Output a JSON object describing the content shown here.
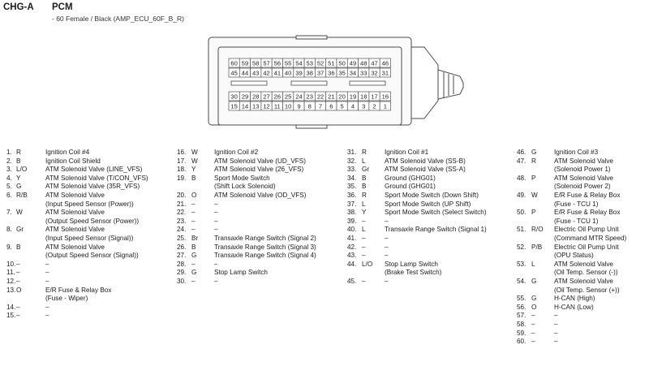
{
  "header": {
    "code": "CHG-A",
    "name": "PCM",
    "subtitle": "- 60 Female / Black (AMP_ECU_60F_B_R)"
  },
  "connector": {
    "top_row": [
      "60",
      "59",
      "58",
      "57",
      "56",
      "55",
      "54",
      "53",
      "52",
      "51",
      "50",
      "49",
      "48",
      "47",
      "46"
    ],
    "second_row": [
      "45",
      "44",
      "43",
      "42",
      "41",
      "40",
      "39",
      "38",
      "37",
      "36",
      "35",
      "34",
      "33",
      "32",
      "31"
    ],
    "third_row": [
      "30",
      "29",
      "28",
      "27",
      "26",
      "25",
      "24",
      "23",
      "22",
      "21",
      "20",
      "19",
      "18",
      "17",
      "16"
    ],
    "bottom_row": [
      "15",
      "14",
      "13",
      "12",
      "11",
      "10",
      "9",
      "8",
      "7",
      "6",
      "5",
      "4",
      "3",
      "2",
      "1"
    ]
  },
  "pins": [
    {
      "num": "1.",
      "color": "R",
      "desc": [
        "Ignition Coil #4"
      ]
    },
    {
      "num": "2.",
      "color": "B",
      "desc": [
        "Ignition Coil Shield"
      ]
    },
    {
      "num": "3.",
      "color": "L/O",
      "desc": [
        "ATM Solenoid Valve (LINE_VFS)"
      ]
    },
    {
      "num": "4.",
      "color": "Y",
      "desc": [
        "ATM Solenoid Valve (T/CON_VFS)"
      ]
    },
    {
      "num": "5.",
      "color": "G",
      "desc": [
        "ATM Solenoid Valve (35R_VFS)"
      ]
    },
    {
      "num": "6.",
      "color": "R/B",
      "desc": [
        "ATM Solenoid Valve",
        "(Input Speed Sensor (Power))"
      ]
    },
    {
      "num": "7.",
      "color": "W",
      "desc": [
        "ATM Solenoid Valve",
        "(Output Speed Sensor (Power))"
      ]
    },
    {
      "num": "8.",
      "color": "Gr",
      "desc": [
        "ATM Solenoid Valve",
        "(Input Speed Sensor (Signal))"
      ]
    },
    {
      "num": "9.",
      "color": "B",
      "desc": [
        "ATM Solenoid Valve",
        "(Output Speed Sensor (Signal))"
      ]
    },
    {
      "num": "10.",
      "color": "–",
      "desc": [
        "–"
      ]
    },
    {
      "num": "11.",
      "color": "–",
      "desc": [
        "–"
      ]
    },
    {
      "num": "12.",
      "color": "–",
      "desc": [
        "–"
      ]
    },
    {
      "num": "13.",
      "color": "O",
      "desc": [
        "E/R Fuse & Relay Box",
        "(Fuse - Wiper)"
      ]
    },
    {
      "num": "14.",
      "color": "–",
      "desc": [
        "–"
      ]
    },
    {
      "num": "15.",
      "color": "–",
      "desc": [
        "–"
      ]
    },
    {
      "num": "16.",
      "color": "W",
      "desc": [
        "Ignition Coil #2"
      ]
    },
    {
      "num": "17.",
      "color": "W",
      "desc": [
        "ATM Solenoid Valve (UD_VFS)"
      ]
    },
    {
      "num": "18.",
      "color": "Y",
      "desc": [
        "ATM Solenoid Valve (26_VFS)"
      ]
    },
    {
      "num": "19.",
      "color": "B",
      "desc": [
        "Sport Mode Switch",
        "(Shift Lock Solenoid)"
      ]
    },
    {
      "num": "20.",
      "color": "O",
      "desc": [
        "ATM Solenoid Valve (OD_VFS)"
      ]
    },
    {
      "num": "21.",
      "color": "–",
      "desc": [
        "–"
      ]
    },
    {
      "num": "22.",
      "color": "–",
      "desc": [
        "–"
      ]
    },
    {
      "num": "23.",
      "color": "–",
      "desc": [
        "–"
      ]
    },
    {
      "num": "24.",
      "color": "–",
      "desc": [
        "–"
      ]
    },
    {
      "num": "25.",
      "color": "Br",
      "desc": [
        "Transaxle Range Switch (Signal 2)"
      ]
    },
    {
      "num": "26.",
      "color": "B",
      "desc": [
        "Transaxle Range Switch (Signal 3)"
      ]
    },
    {
      "num": "27.",
      "color": "G",
      "desc": [
        "Transaxle Range Switch (Signal 4)"
      ]
    },
    {
      "num": "28.",
      "color": "–",
      "desc": [
        "–"
      ]
    },
    {
      "num": "29.",
      "color": "G",
      "desc": [
        "Stop Lamp Switch"
      ]
    },
    {
      "num": "30.",
      "color": "–",
      "desc": [
        "–"
      ]
    },
    {
      "num": "31.",
      "color": "R",
      "desc": [
        "Ignition Coil #1"
      ]
    },
    {
      "num": "32.",
      "color": "L",
      "desc": [
        "ATM Solenoid Valve (SS-B)"
      ]
    },
    {
      "num": "33.",
      "color": "Gr",
      "desc": [
        "ATM Solenoid Valve (SS-A)"
      ]
    },
    {
      "num": "34.",
      "color": "B",
      "desc": [
        "Ground (GHG01)"
      ]
    },
    {
      "num": "35.",
      "color": "B",
      "desc": [
        "Ground (GHG01)"
      ]
    },
    {
      "num": "36.",
      "color": "R",
      "desc": [
        "Sport Mode Switch (Down Shift)"
      ]
    },
    {
      "num": "37.",
      "color": "L",
      "desc": [
        "Sport Mode Switch (UP Shift)"
      ]
    },
    {
      "num": "38.",
      "color": "Y",
      "desc": [
        "Sport Mode Switch (Select Switch)"
      ]
    },
    {
      "num": "39.",
      "color": "–",
      "desc": [
        "–"
      ]
    },
    {
      "num": "40.",
      "color": "L",
      "desc": [
        "Transaxle Range Switch (Signal 1)"
      ]
    },
    {
      "num": "41.",
      "color": "–",
      "desc": [
        "–"
      ]
    },
    {
      "num": "42.",
      "color": "–",
      "desc": [
        "–"
      ]
    },
    {
      "num": "43.",
      "color": "–",
      "desc": [
        "–"
      ]
    },
    {
      "num": "44.",
      "color": "L/O",
      "desc": [
        "Stop Lamp Switch",
        "(Brake Test Switch)"
      ]
    },
    {
      "num": "45.",
      "color": "–",
      "desc": [
        "–"
      ]
    },
    {
      "num": "46.",
      "color": "G",
      "desc": [
        "Ignition Coil #3"
      ]
    },
    {
      "num": "47.",
      "color": "R",
      "desc": [
        "ATM Solenoid Valve",
        "(Solenoid Power 1)"
      ]
    },
    {
      "num": "48.",
      "color": "P",
      "desc": [
        "ATM Solenoid Valve",
        "(Solenoid Power 2)"
      ]
    },
    {
      "num": "49.",
      "color": "W",
      "desc": [
        "E/R Fuse & Relay Box",
        "(Fuse - TCU 1)"
      ]
    },
    {
      "num": "50.",
      "color": "P",
      "desc": [
        "E/R Fuse & Relay Box",
        "(Fuse - TCU 1)"
      ]
    },
    {
      "num": "51.",
      "color": "R/O",
      "desc": [
        "Electric Oil Pump Unit",
        "(Command MTR Speed)"
      ]
    },
    {
      "num": "52.",
      "color": "P/B",
      "desc": [
        "Electric Oil Pump Unit",
        "(OPU Status)"
      ]
    },
    {
      "num": "53.",
      "color": "L",
      "desc": [
        "ATM Solenoid Valve",
        "(Oil Temp. Sensor (-))"
      ]
    },
    {
      "num": "54.",
      "color": "G",
      "desc": [
        "ATM Solenoid Valve",
        "(Oil Temp. Sensor (+))"
      ]
    },
    {
      "num": "55.",
      "color": "G",
      "desc": [
        "H-CAN (High)"
      ]
    },
    {
      "num": "56.",
      "color": "O",
      "desc": [
        "H-CAN (Low)"
      ]
    },
    {
      "num": "57.",
      "color": "–",
      "desc": [
        "–"
      ]
    },
    {
      "num": "58.",
      "color": "–",
      "desc": [
        "–"
      ]
    },
    {
      "num": "59.",
      "color": "–",
      "desc": [
        "–"
      ]
    },
    {
      "num": "60.",
      "color": "–",
      "desc": [
        "–"
      ]
    }
  ]
}
